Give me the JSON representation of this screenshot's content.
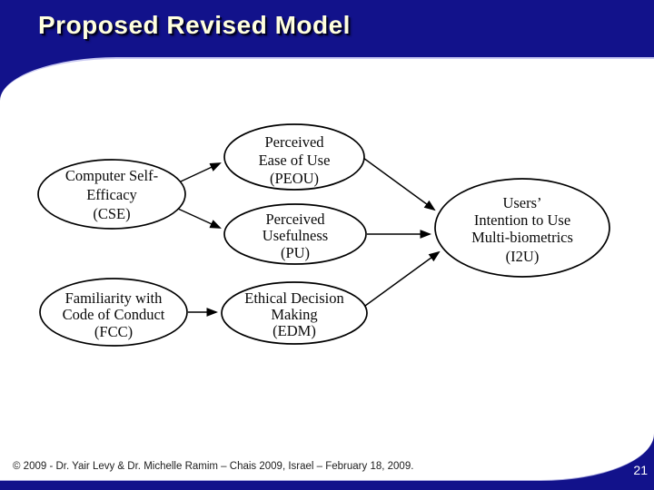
{
  "slide": {
    "title": "Proposed Revised Model",
    "footer": "© 2009 - Dr. Yair Levy & Dr. Michelle Ramim – Chais 2009, Israel – February 18, 2009.",
    "page_number": "21"
  },
  "colors": {
    "background_navy": "#12128B",
    "panel_white": "#FFFFFF",
    "header_hairline": "#C9C9F2",
    "title_cream": "#FFFFDE",
    "diagram_ink": "#000000",
    "footer_text": "#1D1D1D"
  },
  "diagram": {
    "nodes": [
      {
        "id": "cse",
        "abbr": "CSE",
        "lines": [
          "Computer Self-",
          "Efficacy",
          "(CSE)"
        ]
      },
      {
        "id": "peou",
        "abbr": "PEOU",
        "lines": [
          "Perceived",
          "Ease of Use",
          "(PEOU)"
        ]
      },
      {
        "id": "pu",
        "abbr": "PU",
        "lines": [
          "Perceived",
          "Usefulness",
          "(PU)"
        ]
      },
      {
        "id": "fcc",
        "abbr": "FCC",
        "lines": [
          "Familiarity with",
          "Code of Conduct",
          "(FCC)"
        ]
      },
      {
        "id": "edm",
        "abbr": "EDM",
        "lines": [
          "Ethical Decision",
          "Making",
          "(EDM)"
        ]
      },
      {
        "id": "i2u",
        "abbr": "I2U",
        "lines": [
          "Users’",
          "Intention to Use",
          "Multi-biometrics",
          "(I2U)"
        ]
      }
    ],
    "edges": [
      {
        "from": "cse",
        "to": "peou"
      },
      {
        "from": "cse",
        "to": "pu"
      },
      {
        "from": "fcc",
        "to": "edm"
      },
      {
        "from": "peou",
        "to": "i2u"
      },
      {
        "from": "pu",
        "to": "i2u"
      },
      {
        "from": "edm",
        "to": "i2u"
      }
    ]
  }
}
